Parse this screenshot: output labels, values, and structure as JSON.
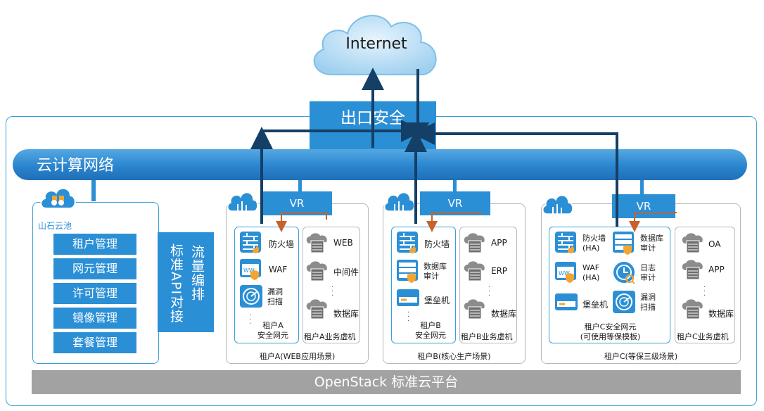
{
  "internet": {
    "label": "Internet"
  },
  "exit_security": {
    "label": "出口安全"
  },
  "cloud_network": {
    "label": "云计算网络"
  },
  "platform": {
    "label": "OpenStack 标准云平台"
  },
  "management": {
    "title": "山石云池",
    "items": [
      "租户管理",
      "网元管理",
      "许可管理",
      "镜像管理",
      "套餐管理"
    ]
  },
  "api": {
    "line1": "流量编排",
    "line2": "标准API对接"
  },
  "tenants": [
    {
      "vr": "VR",
      "net_items": [
        "防火墙",
        "WAF",
        "漏洞\n扫描"
      ],
      "net_caption": "租户A\n安全网元",
      "vm_items": [
        "WEB",
        "中间件",
        "数据库"
      ],
      "vm_caption": "租户A业务虚机",
      "caption": "租户A(WEB应用场景)"
    },
    {
      "vr": "VR",
      "net_items": [
        "防火墙",
        "数据库\n审计",
        "堡垒机"
      ],
      "net_caption": "租户B\n安全网元",
      "vm_items": [
        "APP",
        "ERP",
        "数据库"
      ],
      "vm_caption": "租户B业务虚机",
      "caption": "租户B(核心生产场景)"
    },
    {
      "vr": "VR",
      "net_items": [
        "防火墙\n(HA)",
        "数据库\n审计",
        "WAF\n(HA)",
        "日志\n审计",
        "堡垒机",
        "漏洞\n扫描"
      ],
      "net_caption": "租户C安全网元\n(可使用等保模板)",
      "vm_items": [
        "OA",
        "APP",
        "数据库"
      ],
      "vm_caption": "租户C业务虚机",
      "caption": "租户C(等保三级场景)"
    }
  ],
  "colors": {
    "accent": "#2b8fd6",
    "arrow": "#143f66",
    "orange": "#c8622a",
    "platform": "#a2a2a2"
  },
  "icons": [
    "cloud-chip-icon",
    "firewall-icon",
    "waf-icon",
    "scanner-icon",
    "db-audit-icon",
    "bastion-icon",
    "log-audit-icon",
    "vm-server-icon",
    "shield-badge-icon"
  ]
}
